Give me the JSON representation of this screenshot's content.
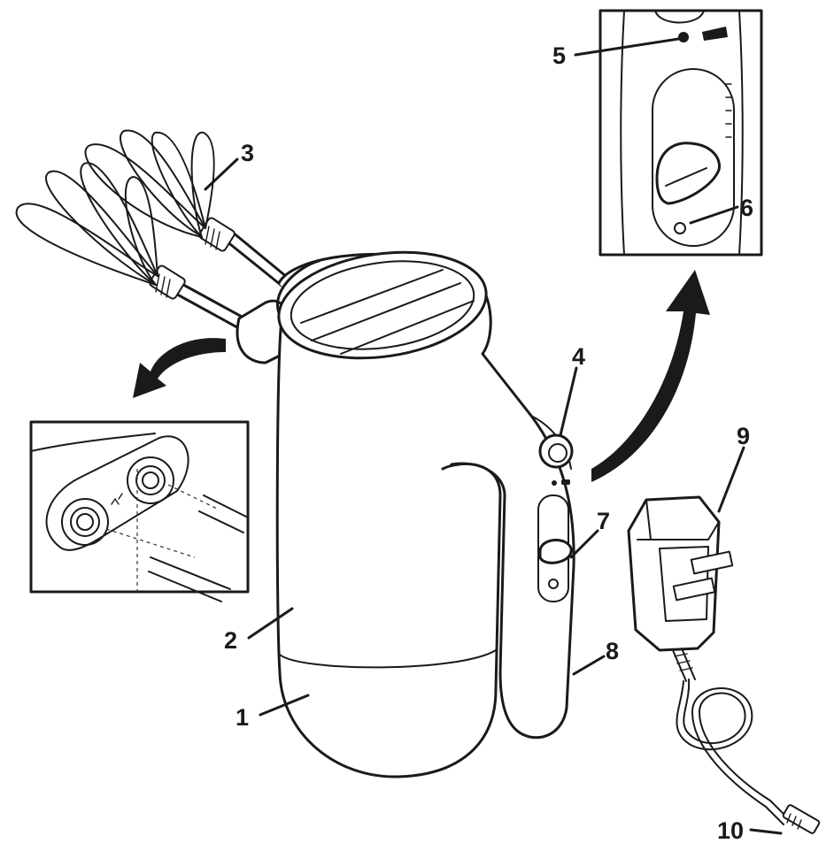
{
  "callouts": [
    {
      "id": "1",
      "label": "1"
    },
    {
      "id": "2",
      "label": "2"
    },
    {
      "id": "3",
      "label": "3"
    },
    {
      "id": "4",
      "label": "4"
    },
    {
      "id": "5",
      "label": "5"
    },
    {
      "id": "6",
      "label": "6"
    },
    {
      "id": "7",
      "label": "7"
    },
    {
      "id": "8",
      "label": "8"
    },
    {
      "id": "9",
      "label": "9"
    },
    {
      "id": "10",
      "label": "10"
    }
  ],
  "colors": {
    "ink": "#1a1a1a",
    "paper": "#ffffff"
  },
  "icons": [
    "curved-arrow-left-icon",
    "curved-arrow-up-icon"
  ]
}
